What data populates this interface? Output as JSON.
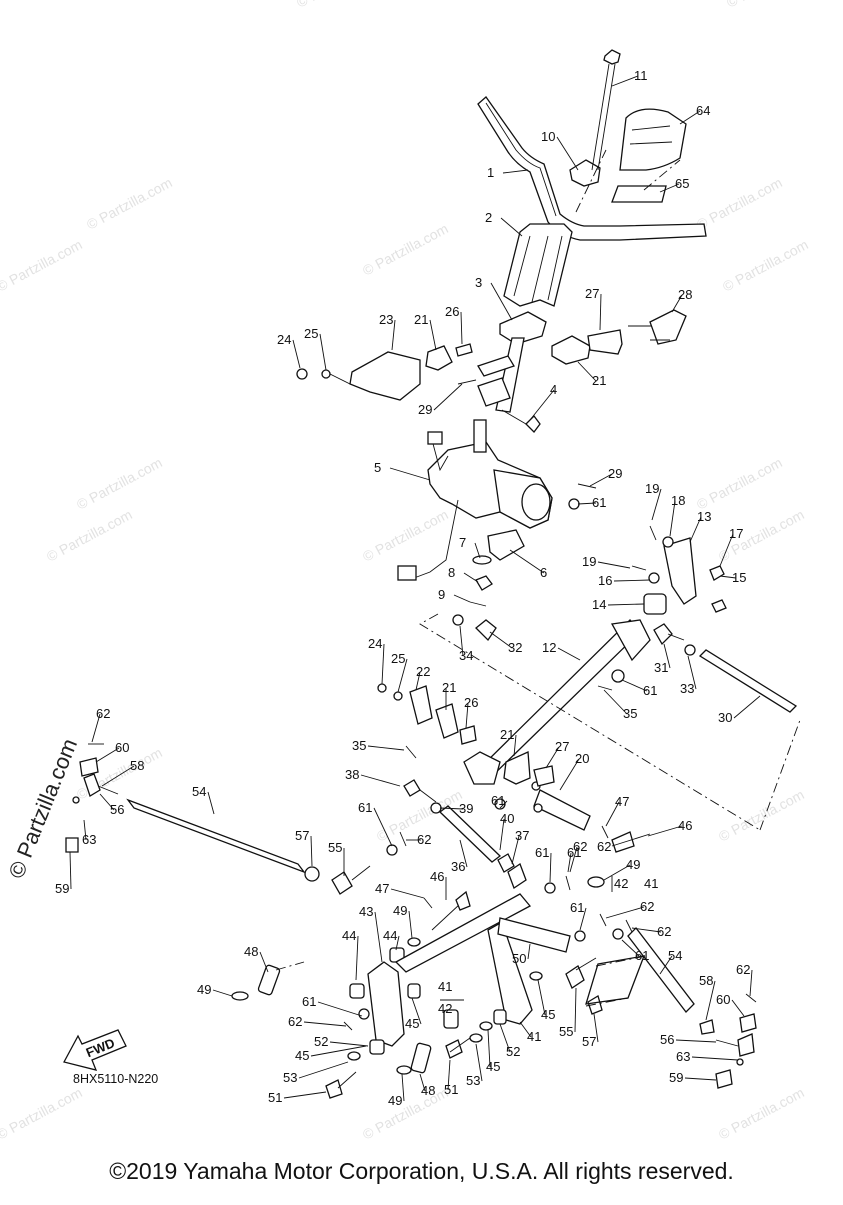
{
  "diagram": {
    "code": "8HX5110-N220",
    "fwd_label": "FWD",
    "watermark": "© Partzilla.com",
    "copyright": "©2019 Yamaha Motor Corporation, U.S.A. All rights reserved.",
    "callouts": [
      "1",
      "2",
      "3",
      "4",
      "5",
      "6",
      "7",
      "8",
      "9",
      "10",
      "11",
      "12",
      "13",
      "14",
      "15",
      "16",
      "17",
      "18",
      "19",
      "19",
      "20",
      "21",
      "21",
      "21",
      "21",
      "22",
      "23",
      "24",
      "24",
      "25",
      "25",
      "26",
      "26",
      "27",
      "27",
      "28",
      "29",
      "29",
      "30",
      "31",
      "32",
      "33",
      "34",
      "35",
      "35",
      "36",
      "37",
      "38",
      "39",
      "40",
      "41",
      "41",
      "41",
      "42",
      "42",
      "43",
      "44",
      "44",
      "45",
      "45",
      "45",
      "45",
      "46",
      "46",
      "47",
      "47",
      "48",
      "48",
      "49",
      "49",
      "49",
      "49",
      "50",
      "51",
      "51",
      "52",
      "52",
      "53",
      "53",
      "54",
      "54",
      "55",
      "55",
      "56",
      "56",
      "57",
      "57",
      "58",
      "58",
      "59",
      "59",
      "60",
      "60",
      "61",
      "61",
      "61",
      "61",
      "61",
      "61",
      "61",
      "61",
      "61",
      "62",
      "62",
      "62",
      "62",
      "62",
      "62",
      "62",
      "62",
      "63",
      "63",
      "64",
      "65"
    ]
  }
}
